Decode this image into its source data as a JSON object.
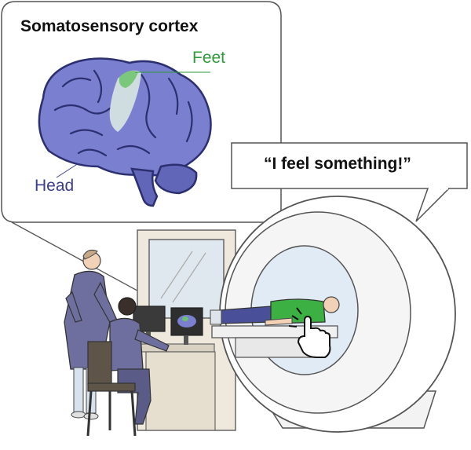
{
  "callout": {
    "title": "Somatosensory cortex",
    "feet_label": "Feet",
    "head_label": "Head"
  },
  "speech": {
    "text": "“I feel something!”"
  },
  "colors": {
    "brain": "#7a7fcf",
    "brain_dark": "#3b3f8a",
    "highlight": "#6cc46a",
    "shirt": "#3cb043",
    "coat": "#6e6f9e",
    "scanner": "#ffffff",
    "outline": "#444444"
  }
}
